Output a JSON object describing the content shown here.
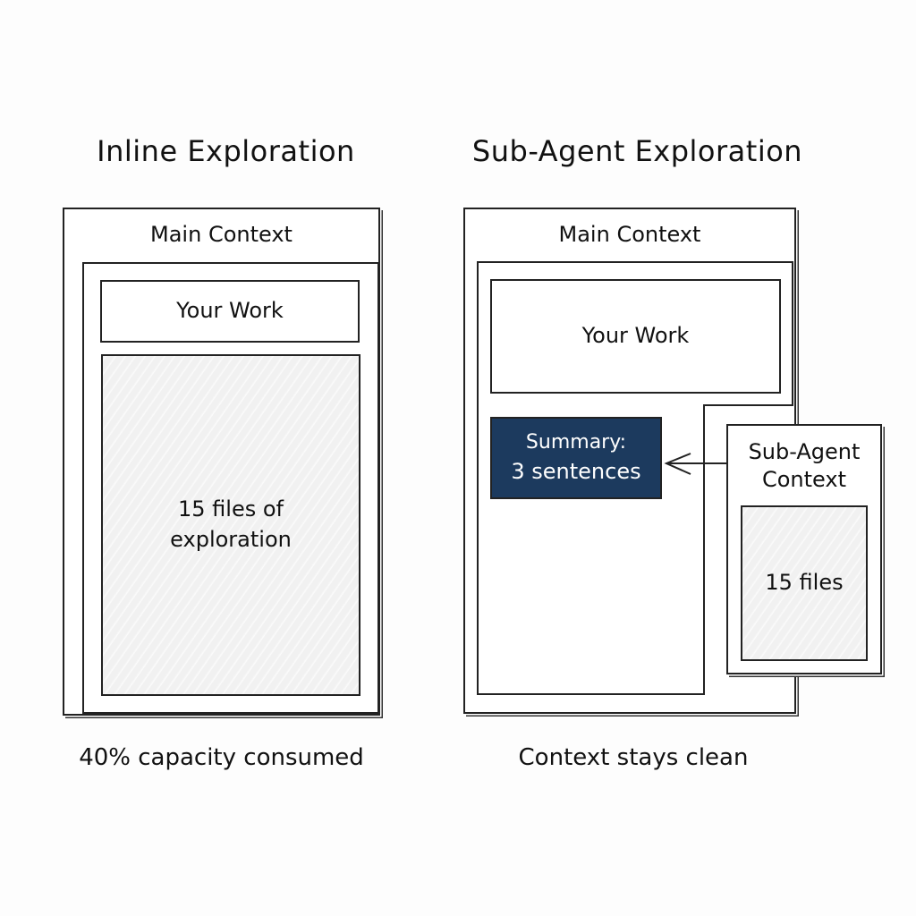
{
  "left_panel": {
    "title": "Inline Exploration",
    "main_context_label": "Main Context",
    "your_work_label": "Your Work",
    "exploration_label_line1": "15 files of",
    "exploration_label_line2": "exploration",
    "caption": "40% capacity consumed"
  },
  "right_panel": {
    "title": "Sub-Agent Exploration",
    "main_context_label": "Main Context",
    "your_work_label": "Your Work",
    "summary_line1": "Summary:",
    "summary_line2": "3 sentences",
    "sub_agent_label_line1": "Sub-Agent",
    "sub_agent_label_line2": "Context",
    "files_label": "15 files",
    "caption": "Context stays clean"
  },
  "colors": {
    "summary_fill": "#1c3a5e",
    "hatch_fill": "#f1f1f1",
    "stroke": "#222222"
  }
}
